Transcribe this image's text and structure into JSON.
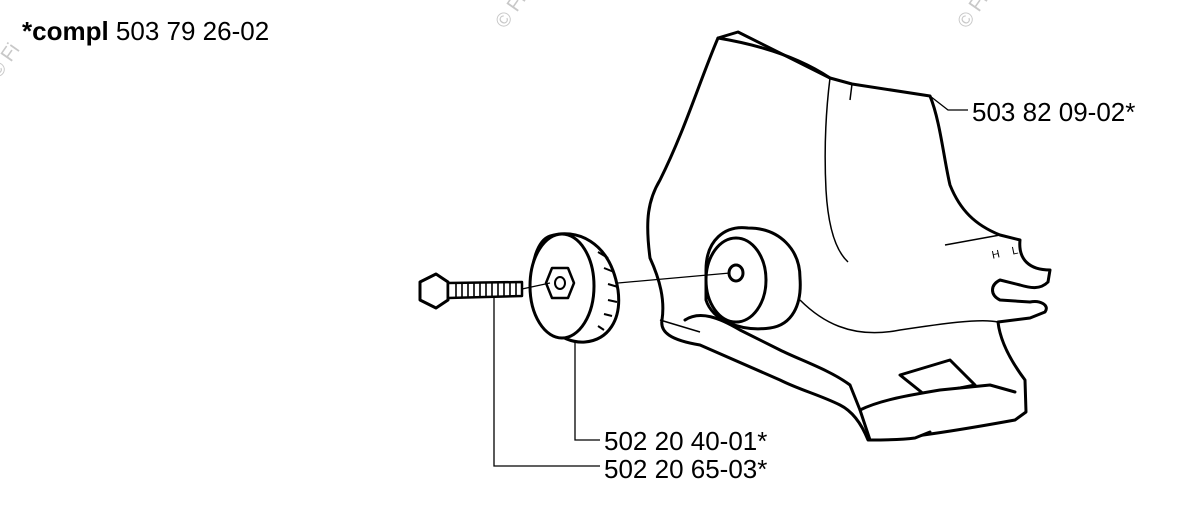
{
  "header": {
    "compl_prefix": "*compl",
    "compl_number": "503 79 26-02"
  },
  "watermarks": [
    "© Fi",
    "© Fi",
    "© Fi"
  ],
  "parts": {
    "cover": "503 82 09-02*",
    "knob": "502 20 40-01*",
    "screw": "502 20 65-03*"
  },
  "cover_markings": {
    "h": "H",
    "l": "L"
  }
}
